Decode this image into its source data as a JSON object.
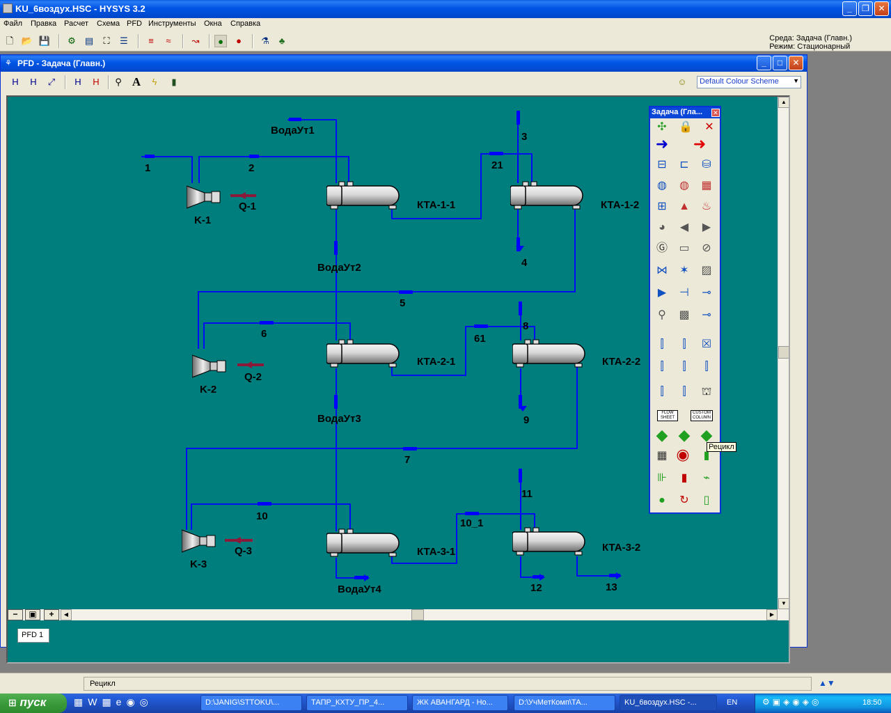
{
  "app": {
    "title": "KU_6воздух.HSC - HYSYS 3.2"
  },
  "menu": [
    "Файл",
    "Правка",
    "Расчет",
    "Схема",
    "PFD",
    "Инструменты",
    "Окна",
    "Справка"
  ],
  "env": {
    "line1": "Среда: Задача (Главн.)",
    "line2": "Режим: Стационарный"
  },
  "pfd": {
    "title": "PFD - Задача (Главн.)",
    "color_scheme": "Default Colour Scheme",
    "tab": "PFD 1"
  },
  "palette": {
    "title": "Задача (Гла...",
    "tooltip": "Рецикл",
    "btn_flowsheet": "FLOW SHEET",
    "btn_column": "CUSTOM COLUMN"
  },
  "streams": {
    "s1": "1",
    "s2": "2",
    "s3": "3",
    "s4": "4",
    "s5": "5",
    "s6": "6",
    "s7": "7",
    "s8": "8",
    "s9": "9",
    "s10": "10",
    "s10_1": "10_1",
    "s11": "11",
    "s12": "12",
    "s13": "13",
    "s21": "21",
    "s61": "61",
    "w1": "ВодаУт1",
    "w2": "ВодаУт2",
    "w3": "ВодаУт3",
    "w4": "ВодаУт4",
    "q1": "Q-1",
    "q2": "Q-2",
    "q3": "Q-3"
  },
  "units": {
    "k1": "K-1",
    "k2": "K-2",
    "k3": "K-3",
    "e11": "КТА-1-1",
    "e12": "КТА-1-2",
    "e21": "КТА-2-1",
    "e22": "КТА-2-2",
    "e31": "КТА-3-1",
    "e32": "КТА-3-2"
  },
  "status": {
    "text": "Рецикл"
  },
  "taskbar": {
    "start": "пуск",
    "tasks": [
      "D:\\JANIG\\STTOKU\\...",
      "ТАПР_КХТУ_ПР_4...",
      "ЖК АВАНГАРД - Но...",
      "D:\\УчМетКомп\\ТА...",
      "KU_6воздух.HSC -..."
    ],
    "lang": "EN",
    "clock": "18:50"
  },
  "colors": {
    "canvas": "#007d7d",
    "stream": "#0000ff",
    "energy": "#8b1a3a"
  }
}
